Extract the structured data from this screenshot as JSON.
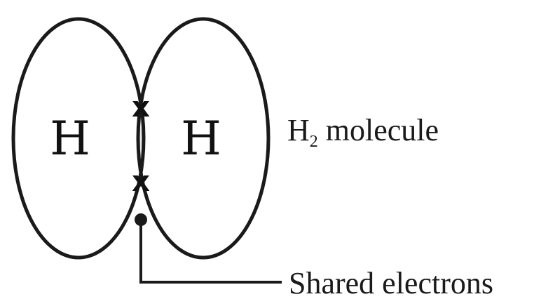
{
  "diagram": {
    "atoms": [
      {
        "symbol": "H"
      },
      {
        "symbol": "H"
      }
    ],
    "shared_electrons": [
      "x",
      "x"
    ],
    "molecule_label": {
      "prefix": "H",
      "subscript": "2",
      "suffix": " molecule"
    },
    "shared_label": "Shared electrons",
    "colors": {
      "stroke": "#1a1a1a",
      "overlap": "#d6d6d6"
    }
  }
}
